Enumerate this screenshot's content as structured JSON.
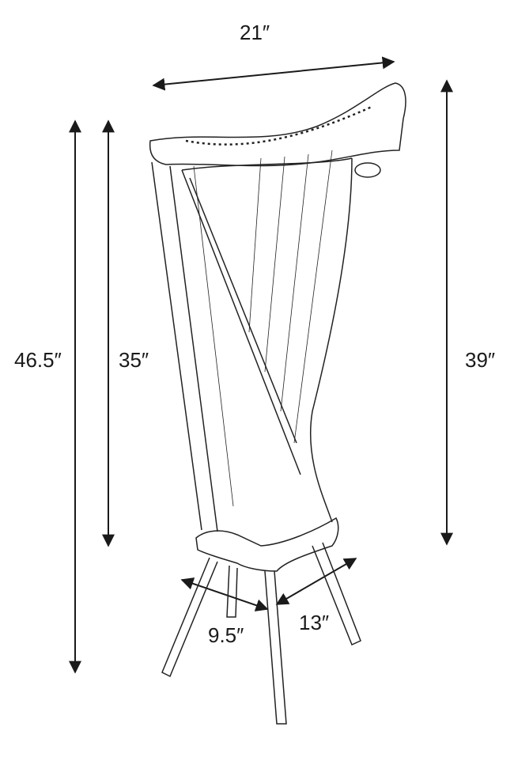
{
  "diagram": {
    "subject": "harp-with-stand",
    "dimensions": {
      "width_top": "21″",
      "total_height": "46.5″",
      "harp_height": "35″",
      "soundbox_height": "39″",
      "stand_depth": "9.5″",
      "stand_width": "13″"
    },
    "colors": {
      "line": "#1a1a1a",
      "background": "#ffffff"
    }
  }
}
